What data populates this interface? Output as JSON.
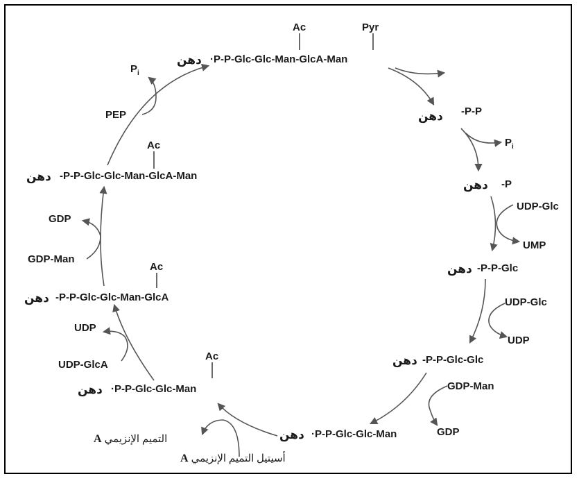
{
  "cycle": {
    "n1": {
      "chain": "·P-P-Glc-Glc-Man-GlcA-Man",
      "lipid": "دهن",
      "ac": "Ac",
      "pyr": "Pyr"
    },
    "n2": {
      "chain": "-P-P",
      "lipid": "دهن"
    },
    "pi1": {
      "p": "P",
      "i": "i"
    },
    "n3": {
      "chain": "-P",
      "lipid": "دهن"
    },
    "udpglc1": "UDP-Glc",
    "ump": "UMP",
    "n4": {
      "chain": "-P-P-Glc",
      "lipid": "دهن"
    },
    "udpglc2": "UDP-Glc",
    "udp1": "UDP",
    "n5": {
      "chain": "-P-P-Glc-Glc",
      "lipid": "دهن"
    },
    "gdpman1": "GDP-Man",
    "gdp1": "GDP",
    "n6": {
      "chain": "·P-P-Glc-Glc-Man",
      "lipid": "دهن"
    },
    "acetylcoa": {
      "text": "أسيتيل التميم الإنزيمي",
      "letter": "A"
    },
    "coa": {
      "text": "التميم الإنزيمي",
      "letter": "A"
    },
    "n7": {
      "chain": "·P-P-Glc-Glc-Man",
      "lipid": "دهن",
      "ac": "Ac"
    },
    "udpglca": "UDP-GlcA",
    "udp2": "UDP",
    "n8": {
      "chain": "-P-P-Glc-Glc-Man-GlcA",
      "lipid": "دهن",
      "ac": "Ac"
    },
    "gdpman2": "GDP-Man",
    "gdp2": "GDP",
    "n9": {
      "chain": "-P-P-Glc-Glc-Man-GlcA-Man",
      "lipid": "دهن",
      "ac": "Ac"
    },
    "pep": "PEP",
    "pi2": {
      "p": "P",
      "i": "i"
    }
  }
}
